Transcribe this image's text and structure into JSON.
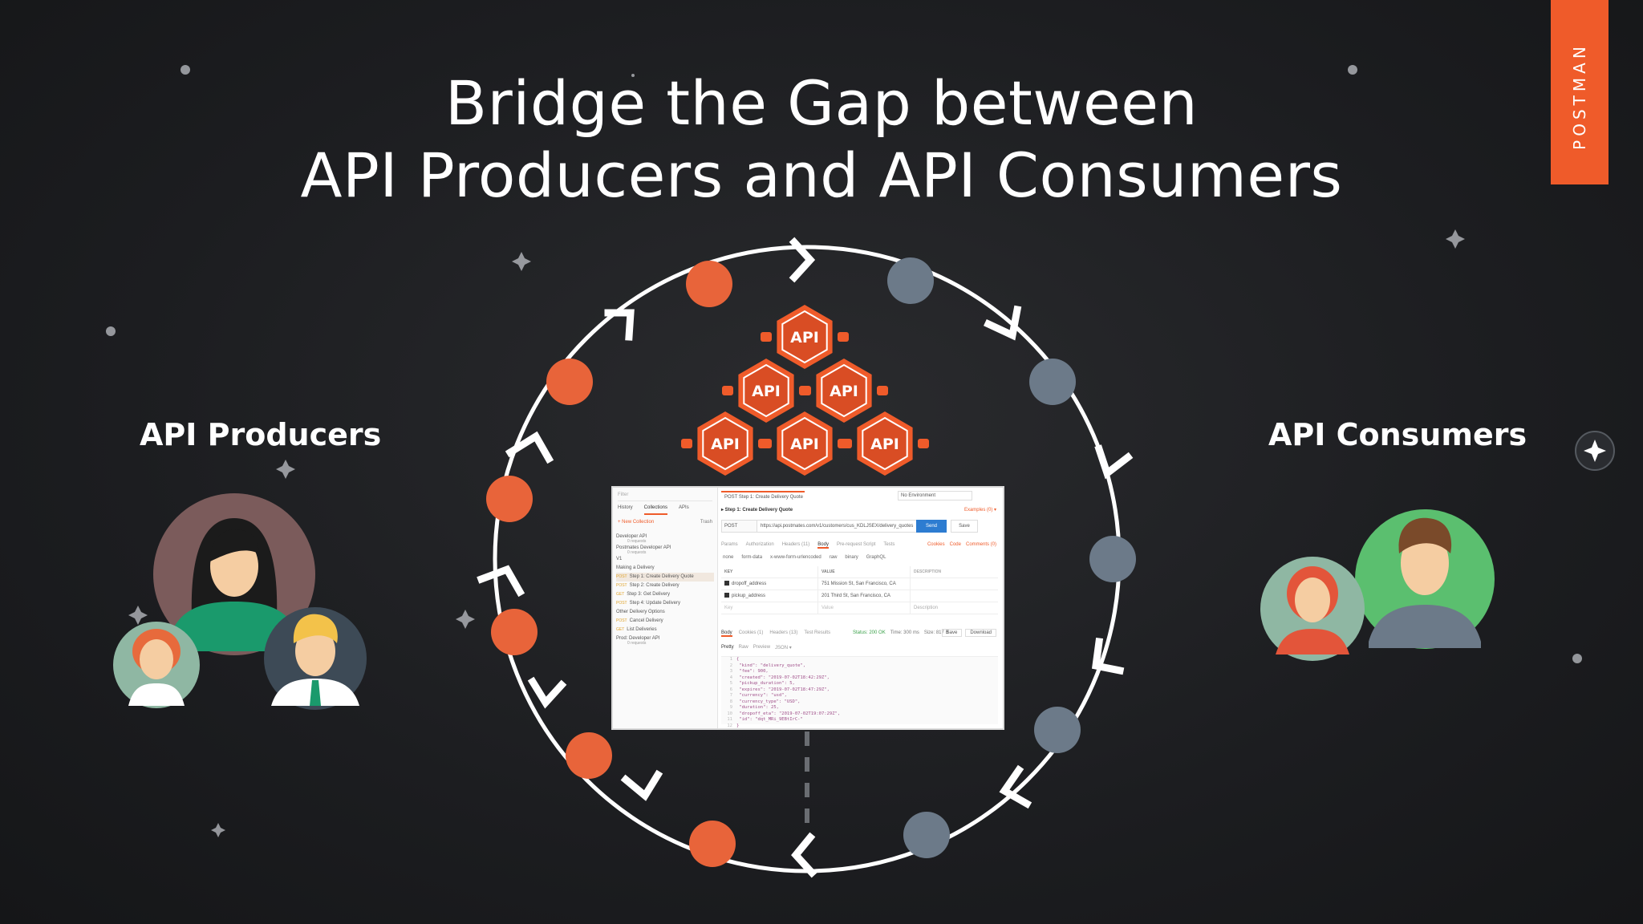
{
  "title": {
    "line1": "Bridge the Gap between",
    "line2": "API Producers and API Consumers"
  },
  "producers_label": "API Producers",
  "consumers_label": "API Consumers",
  "brand": {
    "name": "POSTMAN",
    "color": "#ef5b2a"
  },
  "colors": {
    "orange_node": "#e8643a",
    "grey_node": "#6c7a89",
    "circle": "#ffffff",
    "api_hex": "#ef5b2a"
  },
  "api_blocks": [
    "API",
    "API",
    "API",
    "API",
    "API",
    "API"
  ],
  "app": {
    "sidebar": {
      "filter": "Filter",
      "tabs": [
        "History",
        "Collections",
        "APIs"
      ],
      "new_collection": "+ New Collection",
      "trash": "Trash",
      "items": [
        {
          "label": "Developer API",
          "sub": "0 requests"
        },
        {
          "label": "Postmates Developer API",
          "sub": "0 requests"
        },
        {
          "label": "V1",
          "sub": ""
        },
        {
          "label": "Making a Delivery",
          "sub": ""
        },
        {
          "label": "Step 1: Create Delivery Quote",
          "sub": "",
          "method": "POST"
        },
        {
          "label": "Step 2: Create Delivery",
          "sub": "",
          "method": "POST"
        },
        {
          "label": "Step 3: Get Delivery",
          "sub": "",
          "method": "GET"
        },
        {
          "label": "Step 4: Update Delivery",
          "sub": "",
          "method": "POST"
        },
        {
          "label": "Other Delivery Options",
          "sub": ""
        },
        {
          "label": "Cancel Delivery",
          "sub": "",
          "method": "POST"
        },
        {
          "label": "List Deliveries",
          "sub": "",
          "method": "GET"
        },
        {
          "label": "Prod: Developer API",
          "sub": "0 requests"
        }
      ]
    },
    "tab_label": "POST  Step 1: Create Delivery Quote",
    "environment": "No Environment",
    "request_name": "▸ Step 1: Create Delivery Quote",
    "examples": "Examples (0) ▾",
    "method": "POST",
    "url": "https://api.postmates.com/v1/customers/cus_KDLJSEX/delivery_quotes",
    "send": "Send",
    "save": "Save",
    "param_tabs": [
      "Params",
      "Authorization",
      "Headers (11)",
      "Body",
      "Pre-request Script",
      "Tests"
    ],
    "right_links": [
      "Cookies",
      "Code",
      "Comments (0)"
    ],
    "body_types": [
      "none",
      "form-data",
      "x-www-form-urlencoded",
      "raw",
      "binary",
      "GraphQL"
    ],
    "table_head": [
      "KEY",
      "VALUE",
      "DESCRIPTION"
    ],
    "rows": [
      {
        "key": "dropoff_address",
        "value": "751 Mission St, San Francisco, CA",
        "desc": ""
      },
      {
        "key": "pickup_address",
        "value": "201 Third St, San Francisco, CA",
        "desc": ""
      },
      {
        "key": "Key",
        "value": "Value",
        "desc": "Description"
      }
    ],
    "response_tabs": [
      "Body",
      "Cookies (1)",
      "Headers (13)",
      "Test Results"
    ],
    "status": {
      "status": "Status: 200 OK",
      "time": "Time: 300 ms",
      "size": "Size: 817 B"
    },
    "resp_buttons": [
      "Save",
      "Download"
    ],
    "view_tabs": [
      "Pretty",
      "Raw",
      "Preview",
      "JSON ▾"
    ],
    "code_lines": [
      "{",
      "  \"kind\": \"delivery_quote\",",
      "  \"fee\": 900,",
      "  \"created\": \"2019-07-02T18:42:29Z\",",
      "  \"pickup_duration\": 5,",
      "  \"expires\": \"2019-07-02T18:47:29Z\",",
      "  \"currency\": \"usd\",",
      "  \"currency_type\": \"USD\",",
      "  \"duration\": 25,",
      "  \"dropoff_eta\": \"2019-07-02T19:07:29Z\",",
      "  \"id\": \"dqt_MRi_9EBtIrC-\"",
      "}"
    ]
  }
}
